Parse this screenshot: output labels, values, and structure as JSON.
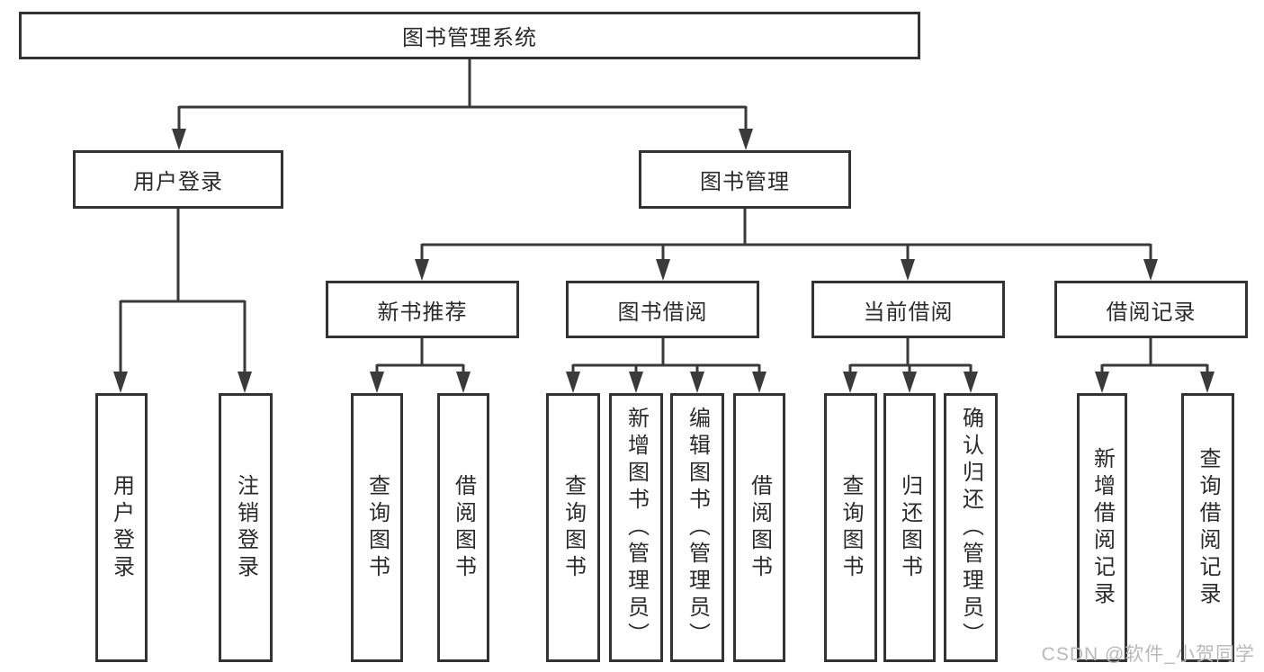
{
  "diagram": {
    "title": "图书管理系统",
    "branches": {
      "user": {
        "label": "用户登录",
        "children": [
          {
            "label": "用户登录"
          },
          {
            "label": "注销登录"
          }
        ]
      },
      "books": {
        "label": "图书管理",
        "children": [
          {
            "label": "新书推荐",
            "children": [
              {
                "label": "查询图书"
              },
              {
                "label": "借阅图书"
              }
            ]
          },
          {
            "label": "图书借阅",
            "children": [
              {
                "label": "查询图书"
              },
              {
                "label": "新增图书（管理员）"
              },
              {
                "label": "编辑图书（管理员）"
              },
              {
                "label": "借阅图书"
              }
            ]
          },
          {
            "label": "当前借阅",
            "children": [
              {
                "label": "查询图书"
              },
              {
                "label": "归还图书"
              },
              {
                "label": "确认归还（管理员）"
              }
            ]
          },
          {
            "label": "借阅记录",
            "children": [
              {
                "label": "新增借阅记录"
              },
              {
                "label": "查询借阅记录"
              }
            ]
          }
        ]
      }
    }
  },
  "watermark": "CSDN @软件_小贺同学",
  "colors": {
    "line": "#3a3a3a",
    "box_border": "#333333",
    "text": "#2b2b2b",
    "watermark": "#b9b9b9",
    "background": "#ffffff"
  }
}
